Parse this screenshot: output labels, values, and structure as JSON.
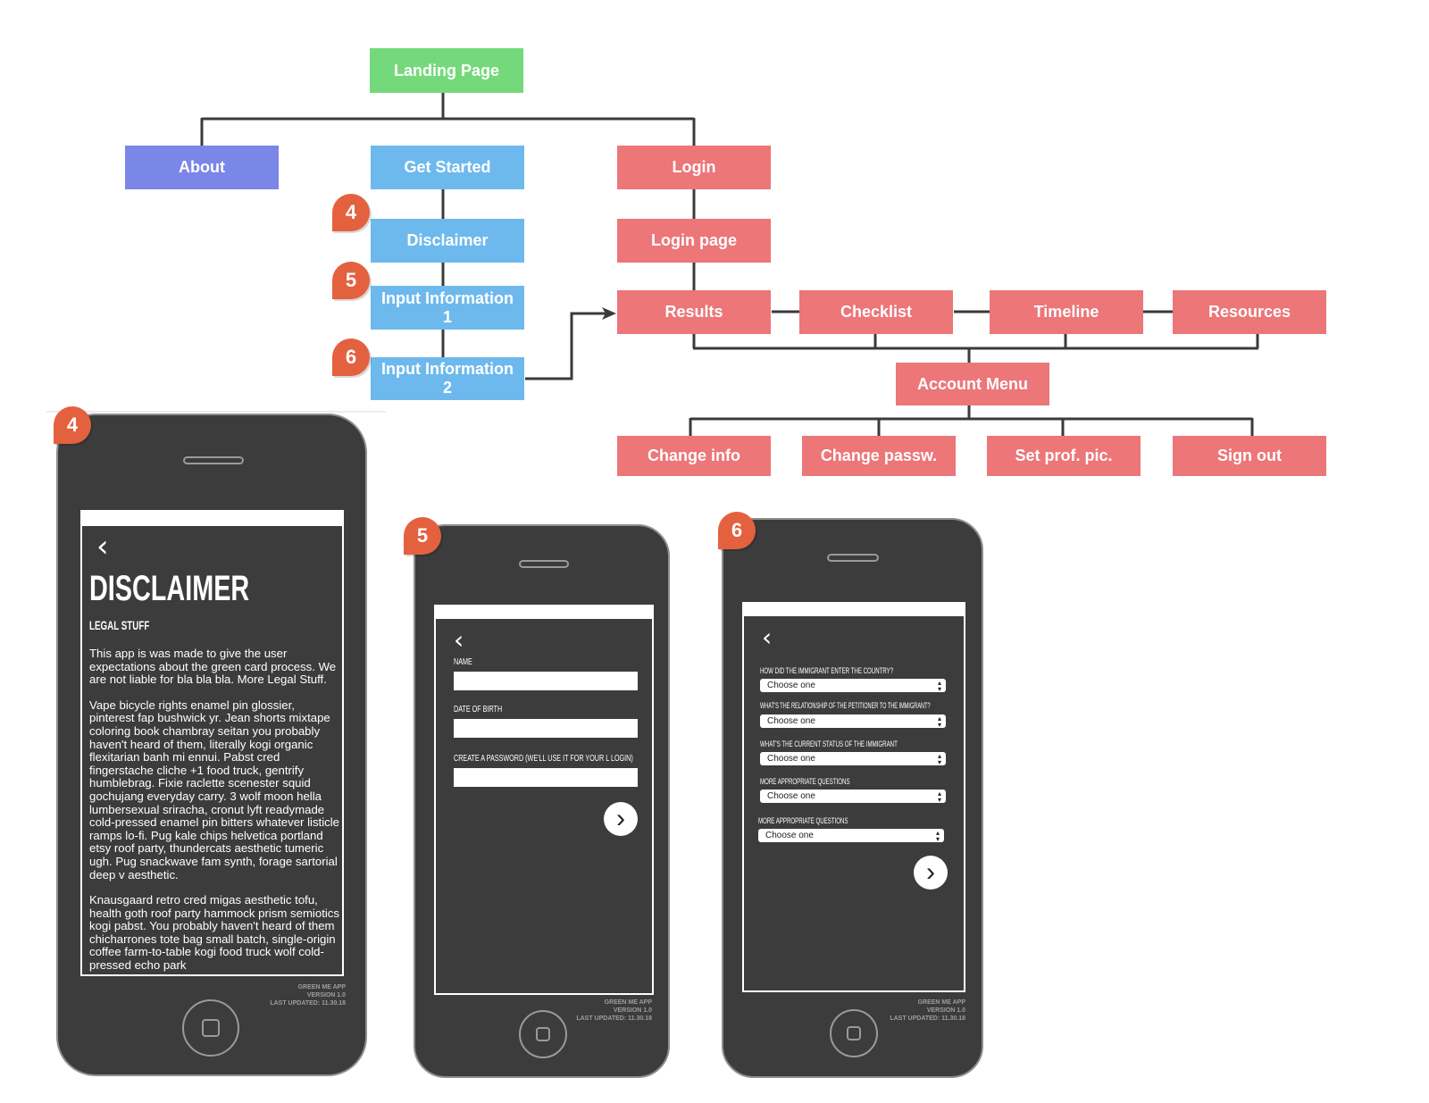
{
  "sitemap": {
    "landing": "Landing Page",
    "about": "About",
    "get_started": "Get Started",
    "disclaimer": "Disclaimer",
    "input1": "Input Information 1",
    "input2": "Input Information 2",
    "login": "Login",
    "login_page": "Login page",
    "results": "Results",
    "checklist": "Checklist",
    "timeline": "Timeline",
    "resources": "Resources",
    "account_menu": "Account Menu",
    "change_info": "Change info",
    "change_password": "Change passw.",
    "set_profile_pic": "Set prof. pic.",
    "sign_out": "Sign out"
  },
  "markers": [
    "4",
    "5",
    "6"
  ],
  "colors": {
    "landing": "#74d97a",
    "about": "#7a86e8",
    "get_started_flow": "#6db9ee",
    "login_flow": "#ec7678",
    "marker": "#e4613f",
    "phone": "#3c3c3c"
  },
  "disclaimer_screen": {
    "title": "DISCLAIMER",
    "subtitle": "LEGAL STUFF",
    "paragraph1": "This app is was made to give the user expectations about the green card process. We are not liable for bla bla bla. More Legal Stuff.",
    "paragraph2": "Vape bicycle rights enamel pin glossier, pinterest fap bushwick yr. Jean shorts mixtape coloring book chambray seitan you probably haven't heard of them, literally kogi organic flexitarian banh mi ennui. Pabst cred fingerstache cliche +1 food truck, gentrify humblebrag. Fixie raclette scenester squid gochujang everyday carry. 3 wolf moon hella lumbersexual sriracha, cronut lyft readymade cold-pressed enamel pin bitters whatever listicle ramps lo-fi. Pug kale chips helvetica portland etsy roof party, thundercats aesthetic tumeric ugh. Pug snackwave fam synth, forage sartorial deep v aesthetic.",
    "paragraph3": "Knausgaard retro cred migas aesthetic tofu, health goth roof party hammock prism semiotics kogi pabst. You probably haven't heard of them chicharrones tote bag small batch, single-origin coffee farm-to-table kogi food truck wolf cold-pressed echo park"
  },
  "input1_screen": {
    "name_label": "NAME",
    "dob_label": "DATE OF BIRTH",
    "password_label": "CREATE A PASSWORD (WE'LL USE IT FOR YOUR L LOGIN)"
  },
  "input2_screen": {
    "q1": "HOW DID THE IMMIGRANT ENTER THE COUNTRY?",
    "q2": "WHAT'S THE RELATIONSHIP OF THE PETITIONER TO THE IMMIGRANT?",
    "q3": "WHAT'S THE CURRENT STATUS OF THE IMMIGRANT",
    "q4": "MORE APPROPRIATE QUESTIONS",
    "q5": "MORE APPROPRIATE QUESTIONS",
    "select_value": "Choose one"
  },
  "footer": {
    "line1": "GREEN ME APP",
    "line2": "VERSION 1.0",
    "line3": "LAST UPDATED: 11.30.18"
  }
}
